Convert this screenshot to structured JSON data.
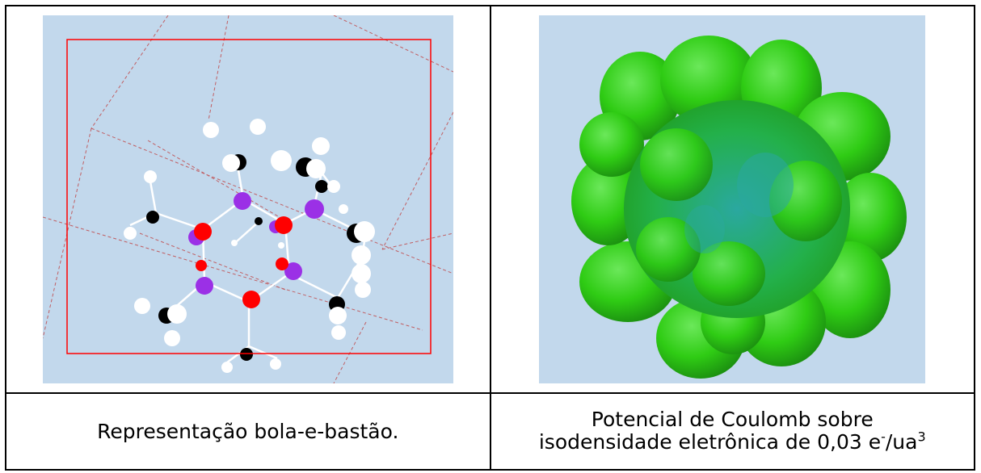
{
  "left_panel": {
    "caption": "Representação bola-e-bastão."
  },
  "right_panel": {
    "caption_line1": "Potencial de Coulomb sobre",
    "caption_line2_prefix": "isodensidade eletrônica de 0,03 e",
    "caption_superscript_charge": "-",
    "caption_unit": "/ua",
    "caption_superscript_power": "3"
  },
  "colors": {
    "background_light_blue": "#c2d8ec",
    "atom_oxygen_red": "#ff0000",
    "atom_phosphorus_purple": "#9b30e6",
    "atom_carbon_black": "#000000",
    "atom_hydrogen_white": "#ffffff",
    "surface_green": "#2fcc14",
    "surface_cyan": "#2aa8a0"
  }
}
